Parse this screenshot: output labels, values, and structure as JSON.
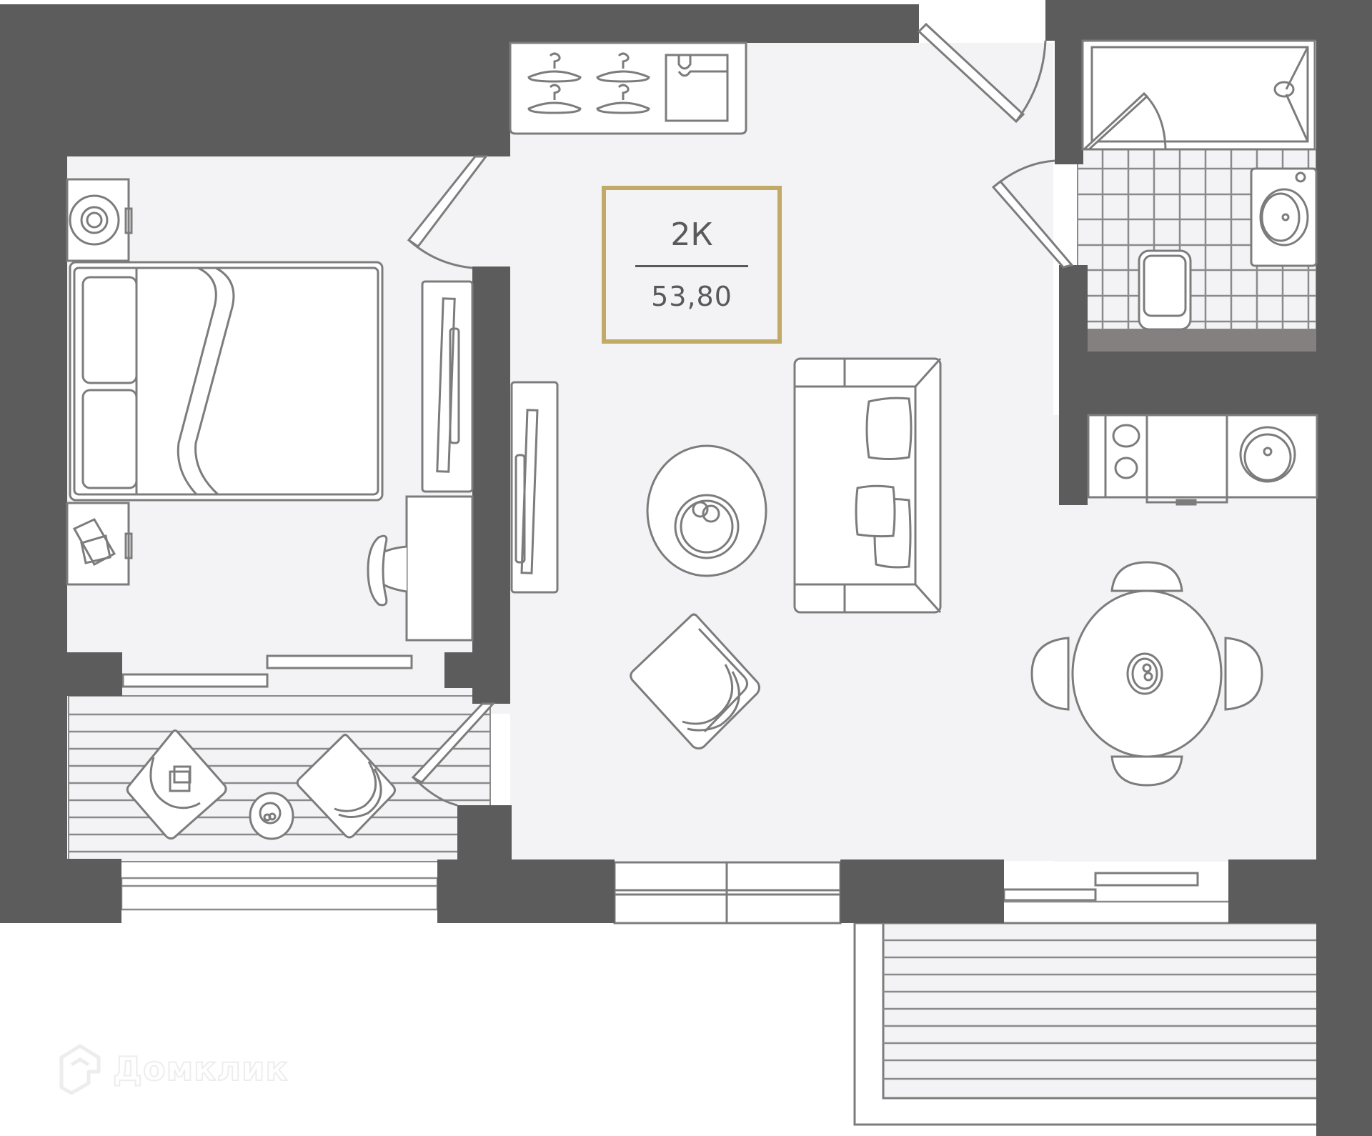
{
  "plan": {
    "apartment_type": "2К",
    "total_area": "53,80",
    "colors": {
      "wall": "#5c5c5c",
      "floor": "#f3f3f5",
      "furniture_stroke": "#7c7c7c",
      "label_border": "#c0aa66",
      "label_text": "#595959",
      "bath_shelf": "#858080"
    },
    "rooms": [
      {
        "name": "bedroom"
      },
      {
        "name": "living-kitchen"
      },
      {
        "name": "bathroom"
      },
      {
        "name": "hallway-wardrobe"
      },
      {
        "name": "balcony-left"
      },
      {
        "name": "balcony-right"
      }
    ]
  },
  "watermark": {
    "brand": "Домклик",
    "icon": "house-logo-icon"
  }
}
